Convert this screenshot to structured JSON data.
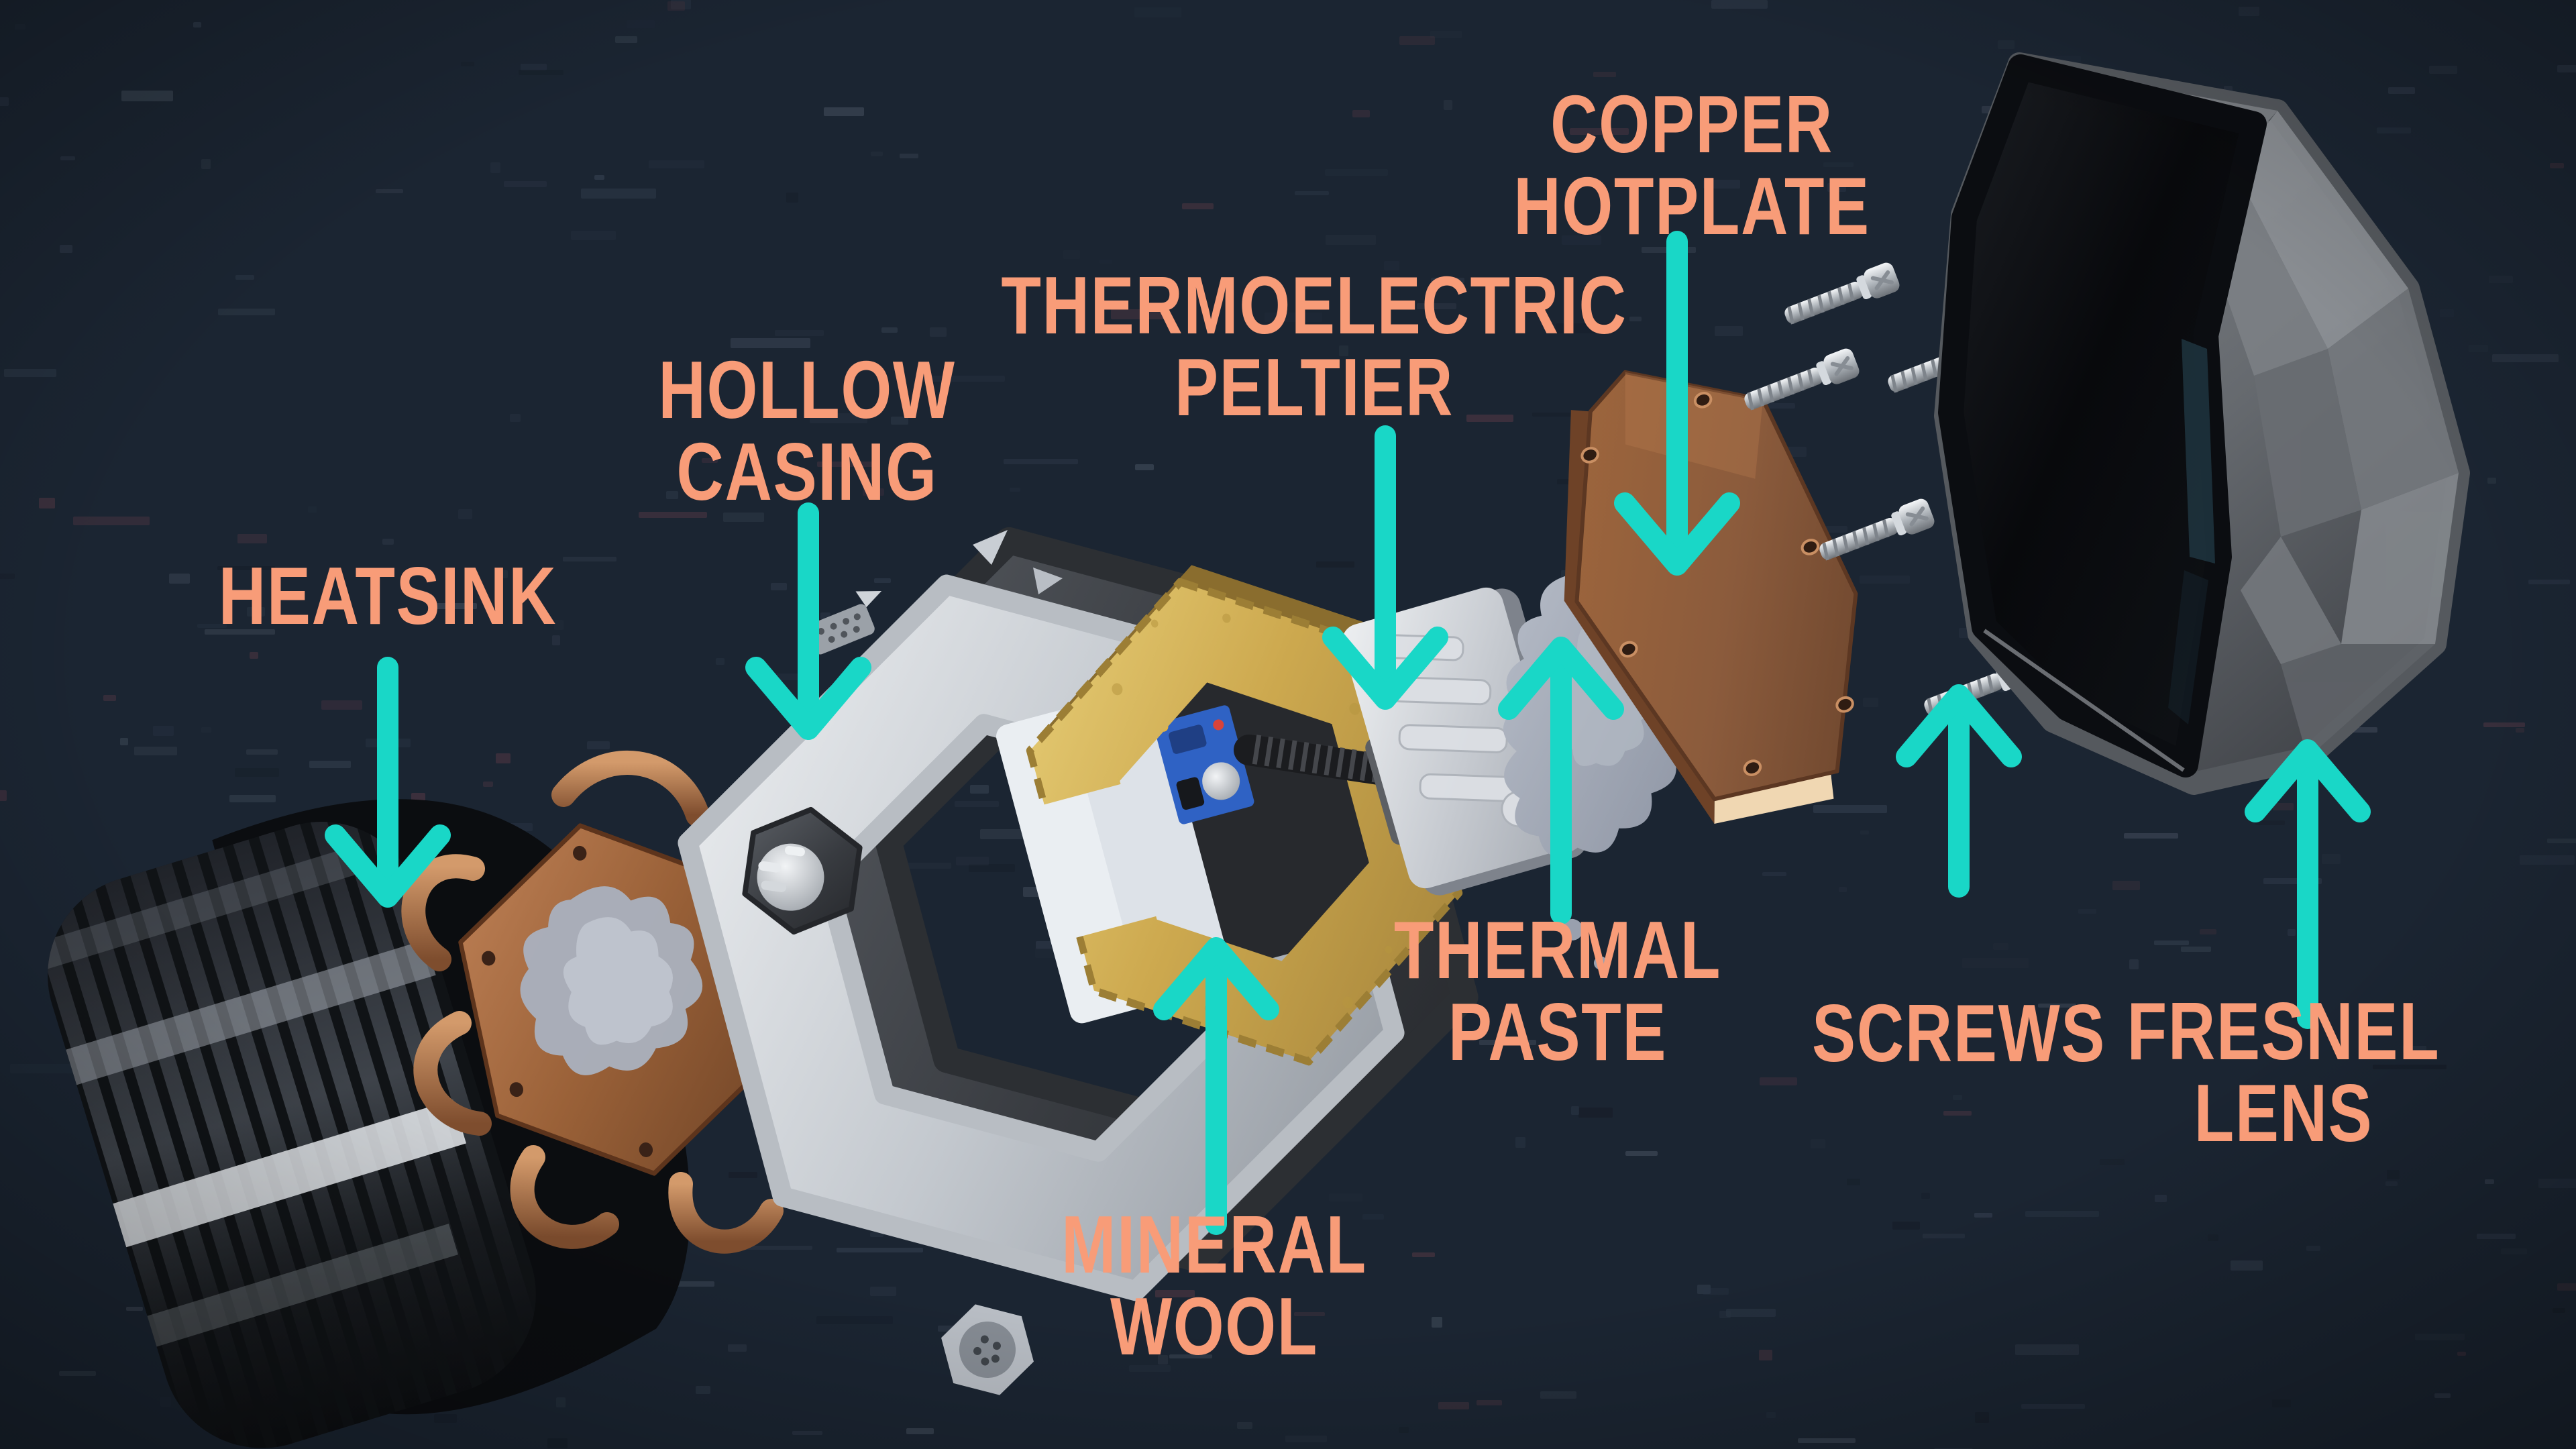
{
  "diagram": {
    "kind": "exploded-view-diagram"
  },
  "labels": [
    {
      "id": "heatsink",
      "text": "HEATSINK",
      "arrow_direction": "down"
    },
    {
      "id": "hollow-casing",
      "text": "HOLLOW\nCASING",
      "arrow_direction": "down"
    },
    {
      "id": "thermoelectric-peltier",
      "text": "THERMOELECTRIC\nPELTIER",
      "arrow_direction": "down"
    },
    {
      "id": "copper-hotplate",
      "text": "COPPER\nHOTPLATE",
      "arrow_direction": "down"
    },
    {
      "id": "mineral-wool",
      "text": "MINERAL\nWOOL",
      "arrow_direction": "up"
    },
    {
      "id": "thermal-paste",
      "text": "THERMAL\nPASTE",
      "arrow_direction": "up"
    },
    {
      "id": "screws",
      "text": "SCREWS",
      "arrow_direction": "up"
    },
    {
      "id": "fresnel-lens",
      "text": "FRESNEL\nLENS",
      "arrow_direction": "up"
    }
  ],
  "colors": {
    "background": "#1B2532",
    "label_text": "#F89C78",
    "arrow": "#19D7C7",
    "copper": "#9A6138",
    "copper_edge": "#F0D7B2",
    "gold": "#CDA94F",
    "silver": "#C7CCD2",
    "dark_metal": "#3A3E44",
    "paste_grey": "#9AA1B0",
    "lens_grey": "#6E7277",
    "lens_face": "#0A0C10"
  }
}
